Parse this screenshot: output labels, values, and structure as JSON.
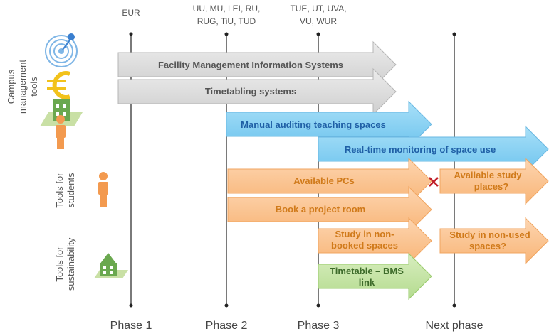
{
  "universities": {
    "eur": "EUR",
    "phase2_line1": "UU, MU, LEI, RU,",
    "phase2_line2": "RUG, TiU, TUD",
    "phase3_line1": "TUE, UT, UVA,",
    "phase3_line2": "VU, WUR"
  },
  "phases": {
    "p1": "Phase 1",
    "p2": "Phase 2",
    "p3": "Phase 3",
    "next": "Next phase"
  },
  "categories": {
    "campus_line1": "Campus",
    "campus_line2": "management",
    "campus_line3": "tools",
    "students_line1": "Tools for",
    "students_line2": "students",
    "sustain_line1": "Tools for",
    "sustain_line2": "sustainability"
  },
  "arrows": {
    "fmis": "Facility Management Information Systems",
    "timetabling": "Timetabling systems",
    "manual_audit": "Manual auditing teaching spaces",
    "realtime": "Real-time monitoring of space use",
    "pcs": "Available PCs",
    "study_places_1": "Available study",
    "study_places_2": "places?",
    "project_room": "Book a project room",
    "nonbooked_1": "Study in non-",
    "nonbooked_2": "booked spaces",
    "nonused_1": "Study in non-used",
    "nonused_2": "spaces?",
    "bms_1": "Timetable – BMS",
    "bms_2": "link"
  },
  "colors": {
    "gray_fill": "#dcdcdc",
    "blue_fill": "#8fd3f3",
    "orange_fill": "#fbc28f",
    "green_fill": "#c5e4a8",
    "cross": "#c0202a"
  },
  "icons": [
    "target-pin-icon",
    "euro-icon",
    "building-icon",
    "person-icon",
    "person-icon",
    "building-icon"
  ]
}
